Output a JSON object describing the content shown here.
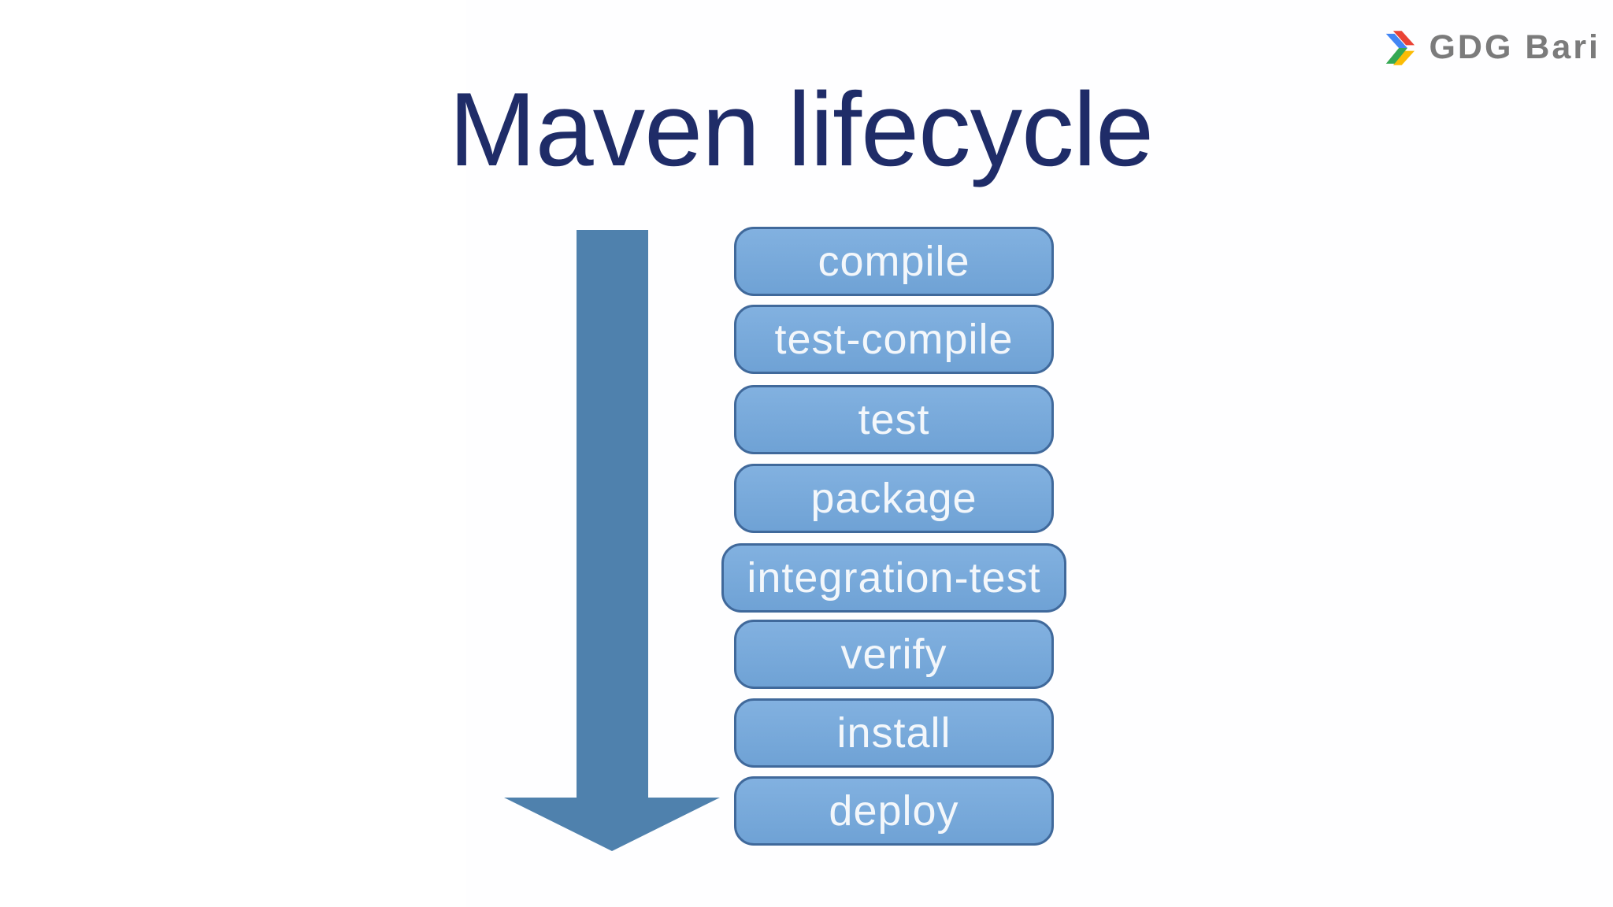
{
  "slide": {
    "title": "Maven lifecycle"
  },
  "logo": {
    "text": "GDG Bari",
    "icon": "gdg-chevron-icon"
  },
  "diagram": {
    "arrow": {
      "name": "down-arrow",
      "direction": "down"
    },
    "phases": [
      {
        "label": "compile"
      },
      {
        "label": "test-compile"
      },
      {
        "label": "test"
      },
      {
        "label": "package"
      },
      {
        "label": "integration-test"
      },
      {
        "label": "verify"
      },
      {
        "label": "install"
      },
      {
        "label": "deploy"
      }
    ]
  },
  "theme": {
    "background": "#ffffff",
    "title_color": "#1f2c68",
    "arrow_color": "#4f81ad",
    "box_fill_top": "#82b1e0",
    "box_fill_bottom": "#6fa2d5",
    "box_border": "#40699b",
    "box_text": "#f3f7fb",
    "logo_text_color": "#7b7b7b",
    "google_blue": "#4285F4",
    "google_red": "#EA4335",
    "google_green": "#34A853",
    "google_yellow": "#FBBC05"
  }
}
